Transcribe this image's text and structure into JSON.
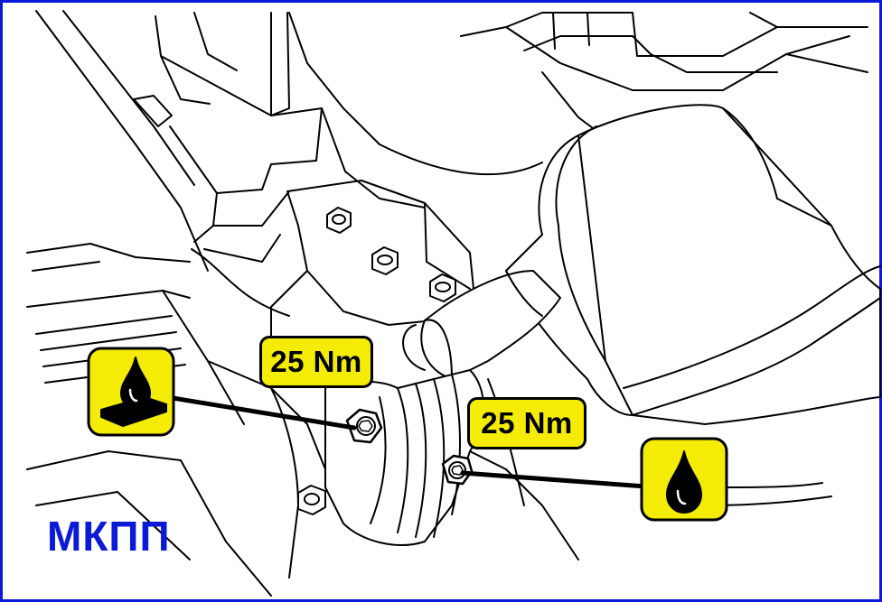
{
  "labels": {
    "torque_left": "25 Nm",
    "torque_right": "25 Nm",
    "gearbox": "МКПП"
  },
  "icons": {
    "sealant_icon": "sealant-drop-on-surface-icon",
    "oil_drop_icon": "oil-drop-icon"
  },
  "colors": {
    "frame": "#0a1ad6",
    "label_fill": "#f4ec06",
    "caption": "#0a1ad6"
  }
}
